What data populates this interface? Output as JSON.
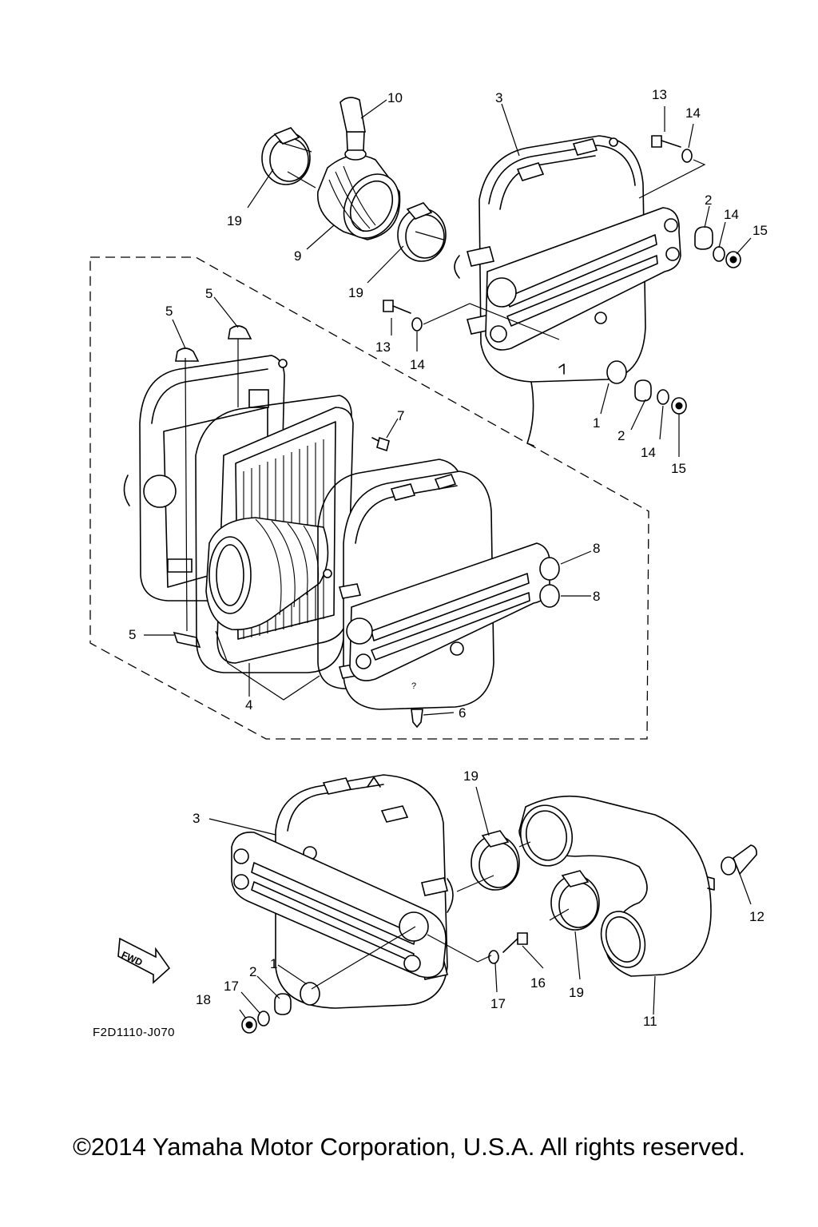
{
  "diagram": {
    "drawing_code": "F2D1110-J070",
    "copyright": "©2014 Yamaha Motor Corporation, U.S.A. All rights reserved.",
    "direction_marker": "FWD",
    "part_labels": [
      {
        "id": "p10",
        "text": "10"
      },
      {
        "id": "p3a",
        "text": "3"
      },
      {
        "id": "p13a",
        "text": "13"
      },
      {
        "id": "p14a",
        "text": "14"
      },
      {
        "id": "p19a",
        "text": "19"
      },
      {
        "id": "p9",
        "text": "9"
      },
      {
        "id": "p19b",
        "text": "19"
      },
      {
        "id": "p2a",
        "text": "2"
      },
      {
        "id": "p14b",
        "text": "14"
      },
      {
        "id": "p15a",
        "text": "15"
      },
      {
        "id": "p5a",
        "text": "5"
      },
      {
        "id": "p5b",
        "text": "5"
      },
      {
        "id": "p13b",
        "text": "13"
      },
      {
        "id": "p14c",
        "text": "14"
      },
      {
        "id": "p7",
        "text": "7"
      },
      {
        "id": "p1a",
        "text": "1"
      },
      {
        "id": "p2b",
        "text": "2"
      },
      {
        "id": "p14d",
        "text": "14"
      },
      {
        "id": "p15b",
        "text": "15"
      },
      {
        "id": "p8a",
        "text": "8"
      },
      {
        "id": "p8b",
        "text": "8"
      },
      {
        "id": "p5c",
        "text": "5"
      },
      {
        "id": "p4",
        "text": "4"
      },
      {
        "id": "p6",
        "text": "6"
      },
      {
        "id": "p19c",
        "text": "19"
      },
      {
        "id": "p3b",
        "text": "3"
      },
      {
        "id": "p12",
        "text": "12"
      },
      {
        "id": "p1b",
        "text": "1"
      },
      {
        "id": "p2c",
        "text": "2"
      },
      {
        "id": "p17a",
        "text": "17"
      },
      {
        "id": "p18",
        "text": "18"
      },
      {
        "id": "p16",
        "text": "16"
      },
      {
        "id": "p17b",
        "text": "17"
      },
      {
        "id": "p19d",
        "text": "19"
      },
      {
        "id": "p11",
        "text": "11"
      }
    ]
  }
}
